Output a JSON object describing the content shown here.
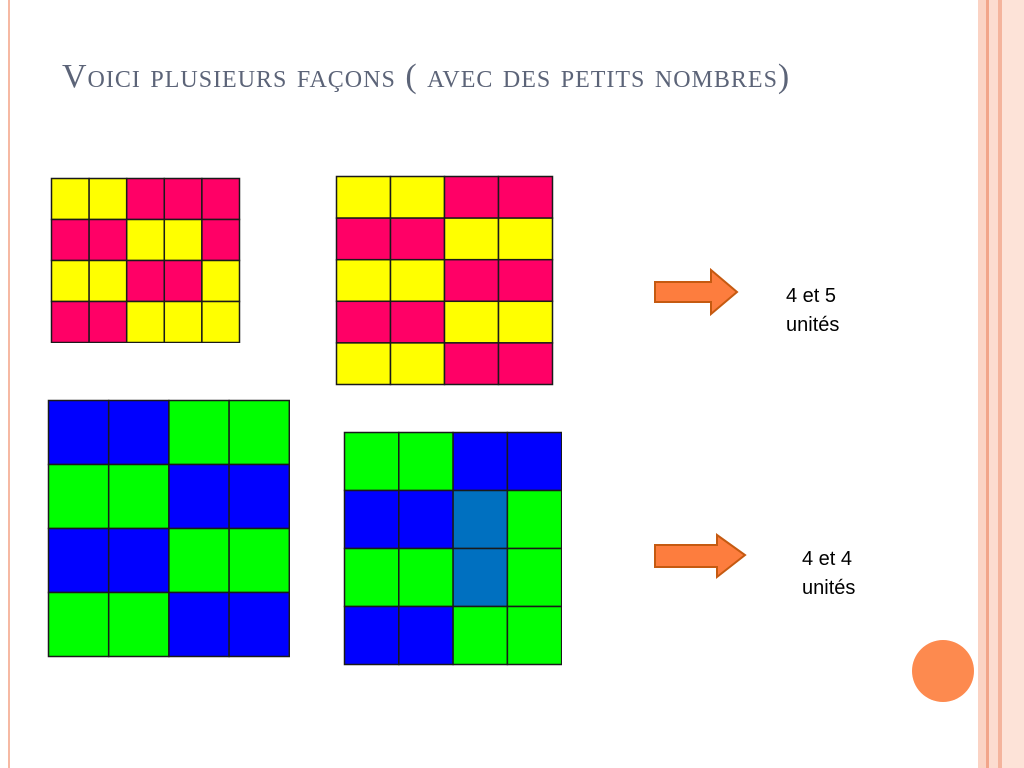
{
  "slide": {
    "title": "Voici plusieurs façons ( avec des petits nombres)"
  },
  "colors": {
    "Y": "#ffff00",
    "P": "#ff0066",
    "B": "#0000ff",
    "G": "#00ff00",
    "L": "#0070c0",
    "arrow_fill": "#fd7d3e",
    "arrow_stroke": "#c55a11"
  },
  "grids": [
    {
      "name": "grid-pink-yellow-1",
      "rows": [
        "YYPPP",
        "PPYYP",
        "YYPPY",
        "PPYYY"
      ]
    },
    {
      "name": "grid-pink-yellow-2",
      "rows": [
        "YYPP",
        "PPYY",
        "YYPP",
        "PPYY",
        "YYPP"
      ]
    },
    {
      "name": "grid-blue-green-1",
      "rows": [
        "BBGG",
        "GGBB",
        "BBGG",
        "GGBB"
      ]
    },
    {
      "name": "grid-blue-green-2",
      "rows": [
        "GGBB",
        "BBLG",
        "GGLG",
        "BBGG"
      ]
    }
  ],
  "labels": {
    "first": {
      "line1": "4 et 5",
      "line2": "unités"
    },
    "second": {
      "line1": "4 et 4",
      "line2": "unités"
    }
  }
}
